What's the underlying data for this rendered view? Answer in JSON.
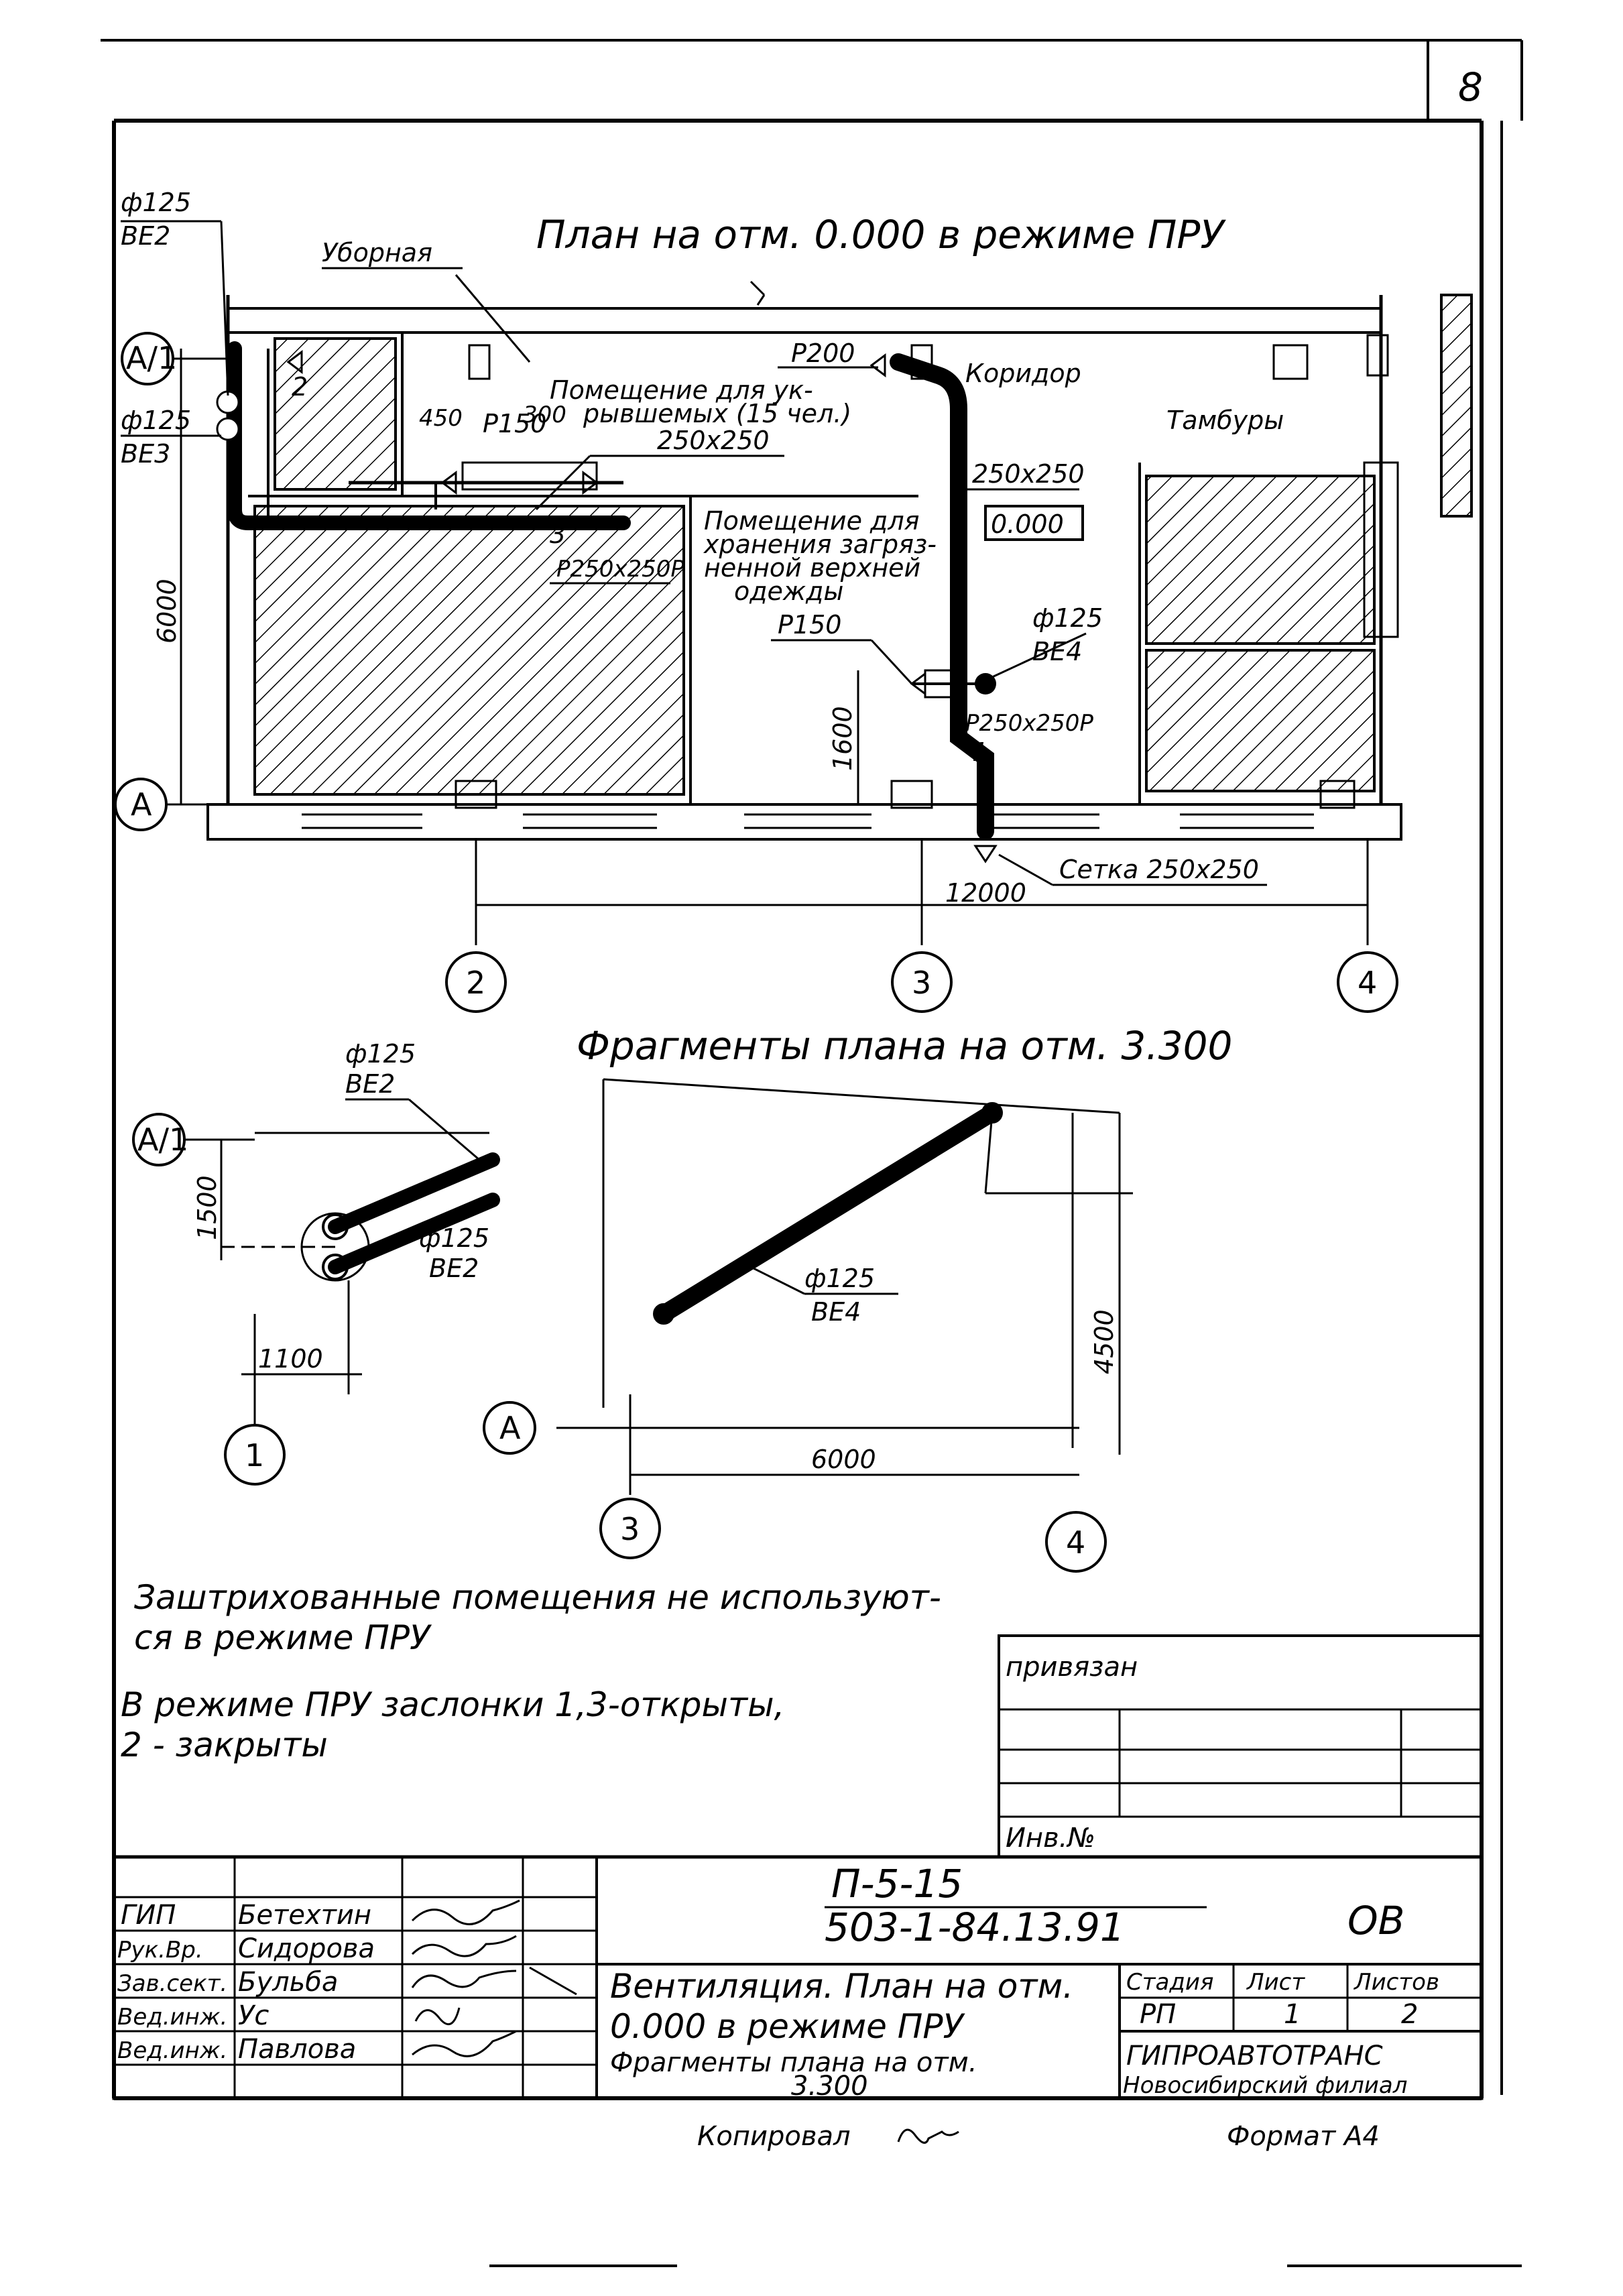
{
  "page_number": "8",
  "plan_title": "План на отм. 0.000 в режиме ПРУ",
  "fragments_title": "Фрагменты плана на отм. 3.300",
  "rooms": {
    "toilet": "Уборная",
    "shelter_room_1": "Помещение для ук-",
    "shelter_room_2": "рывшемых (15 чел.)",
    "corridor": "Коридор",
    "vestibules": "Тамбуры",
    "storage_1": "Помещение для",
    "storage_2": "хранения загряз-",
    "storage_3": "ненной верхней",
    "storage_4": "одежды"
  },
  "labels": {
    "d125": "ф125",
    "be2": "ВЕ2",
    "be3": "ВЕ3",
    "be4": "ВЕ4",
    "p200": "Р200",
    "p150_a": "Р150",
    "p150_b": "Р150",
    "dim_450": "450",
    "dim_300": "300",
    "dim_250a": "250х250",
    "dim_250b": "250х250",
    "p250_a": "Р250х250Р",
    "p250_b": "Р250х250Р",
    "level": "0.000",
    "grille": "Сетка 250х250",
    "valve_1": "1",
    "valve_2": "2",
    "valve_3": "3",
    "dim_6000_v": "6000",
    "dim_1600": "1600",
    "dim_12000": "12000",
    "dim_1500": "1500",
    "dim_1100": "1100",
    "dim_4500": "4500",
    "dim_6000_h": "6000",
    "axis_a1": "А/1",
    "axis_a": "А",
    "axis_2": "2",
    "axis_3": "3",
    "axis_4": "4",
    "axis_1": "1"
  },
  "notes": {
    "line1": "Заштрихованные помещения не используют-",
    "line2": "ся в режиме ПРУ",
    "line3": "В режиме ПРУ заслонки 1,3-открыты,",
    "line4": "2 - закрыты"
  },
  "title_block": {
    "attached": "привязан",
    "inv_no": "Инв.№",
    "doc_code_1": "П-5-15",
    "doc_code_2": "503-1-84.13.91",
    "section": "ОВ",
    "roles": [
      {
        "role": "ГИП",
        "name": "Бетехтин"
      },
      {
        "role": "Рук.Вр.",
        "name": "Сидорова"
      },
      {
        "role": "Зав.сект.",
        "name": "Бульба"
      },
      {
        "role": "Вед.инж.",
        "name": "Ус"
      },
      {
        "role": "Вед.инж.",
        "name": "Павлова"
      }
    ],
    "description_1": "Вентиляция. План на отм.",
    "description_2": "0.000 в режиме ПРУ",
    "description_3": "Фрагменты плана на отм.",
    "description_4": "3.300",
    "stage_hdr": "Стадия",
    "sheet_hdr": "Лист",
    "sheets_hdr": "Листов",
    "stage": "РП",
    "sheet": "1",
    "sheets": "2",
    "org_1": "ГИПРОАВТОТРАНС",
    "org_2": "Новосибирский филиал"
  },
  "footer": {
    "copied": "Копировал",
    "format": "Формат А4"
  }
}
